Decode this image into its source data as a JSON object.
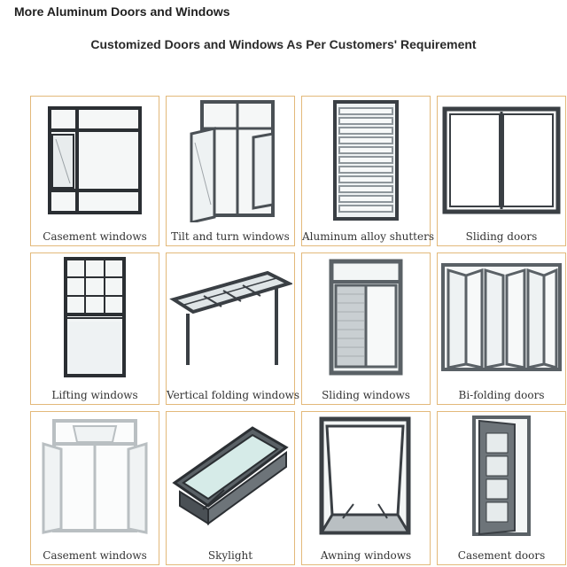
{
  "section_title": "More Aluminum Doors and Windows",
  "subtitle": "Customized Doors and Windows As Per Customers' Requirement",
  "products": [
    {
      "label": "Casement windows",
      "icon": "casement-window-icon"
    },
    {
      "label": "Tilt and turn windows",
      "icon": "tilt-turn-window-icon"
    },
    {
      "label": "Aluminum alloy shutters",
      "icon": "louver-shutter-icon"
    },
    {
      "label": "Sliding doors",
      "icon": "sliding-door-icon"
    },
    {
      "label": "Lifting windows",
      "icon": "lifting-window-icon"
    },
    {
      "label": "Vertical folding windows",
      "icon": "vertical-folding-window-icon"
    },
    {
      "label": "Sliding windows",
      "icon": "sliding-window-icon"
    },
    {
      "label": "Bi-folding doors",
      "icon": "bi-folding-door-icon"
    },
    {
      "label": "Casement windows",
      "icon": "white-casement-window-icon"
    },
    {
      "label": "Skylight",
      "icon": "skylight-icon"
    },
    {
      "label": "Awning windows",
      "icon": "awning-window-icon"
    },
    {
      "label": "Casement doors",
      "icon": "casement-door-icon"
    }
  ],
  "colors": {
    "card_border": "#e3b97a",
    "frame": "#2b2f33",
    "glass": "#eef2f3"
  }
}
